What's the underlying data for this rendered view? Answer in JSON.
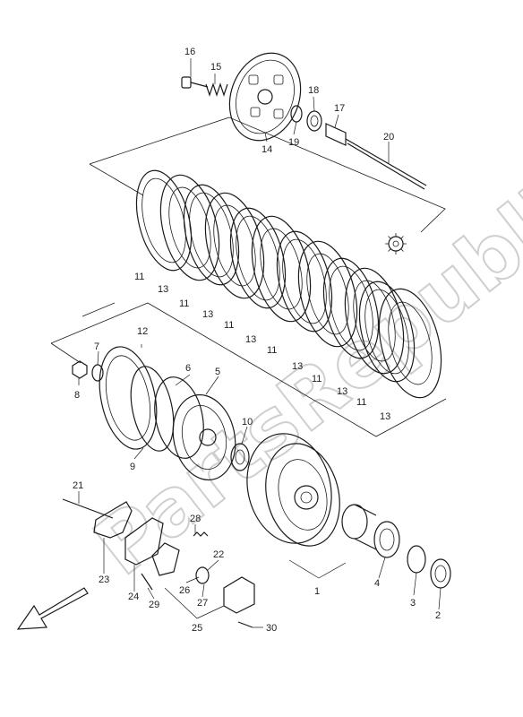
{
  "watermark": "PartsRepublik",
  "labels": {
    "p1": "1",
    "p2": "2",
    "p3": "3",
    "p4": "4",
    "p5": "5",
    "p6": "6",
    "p7": "7",
    "p8": "8",
    "p9": "9",
    "p10": "10",
    "p11": "11",
    "p12": "12",
    "p13": "13",
    "p14": "14",
    "p15": "15",
    "p16": "16",
    "p17": "17",
    "p18": "18",
    "p19": "19",
    "p20": "20",
    "p21": "21",
    "p22": "22",
    "p23": "23",
    "p24": "24",
    "p25": "25",
    "p26": "26",
    "p27": "27",
    "p28": "28",
    "p29": "29",
    "p30": "30"
  },
  "icons": {
    "gear": "gear-icon",
    "direction": "front-arrow-icon"
  },
  "colors": {
    "line": "#1a1a1a",
    "watermark": "#cfcfcf"
  }
}
